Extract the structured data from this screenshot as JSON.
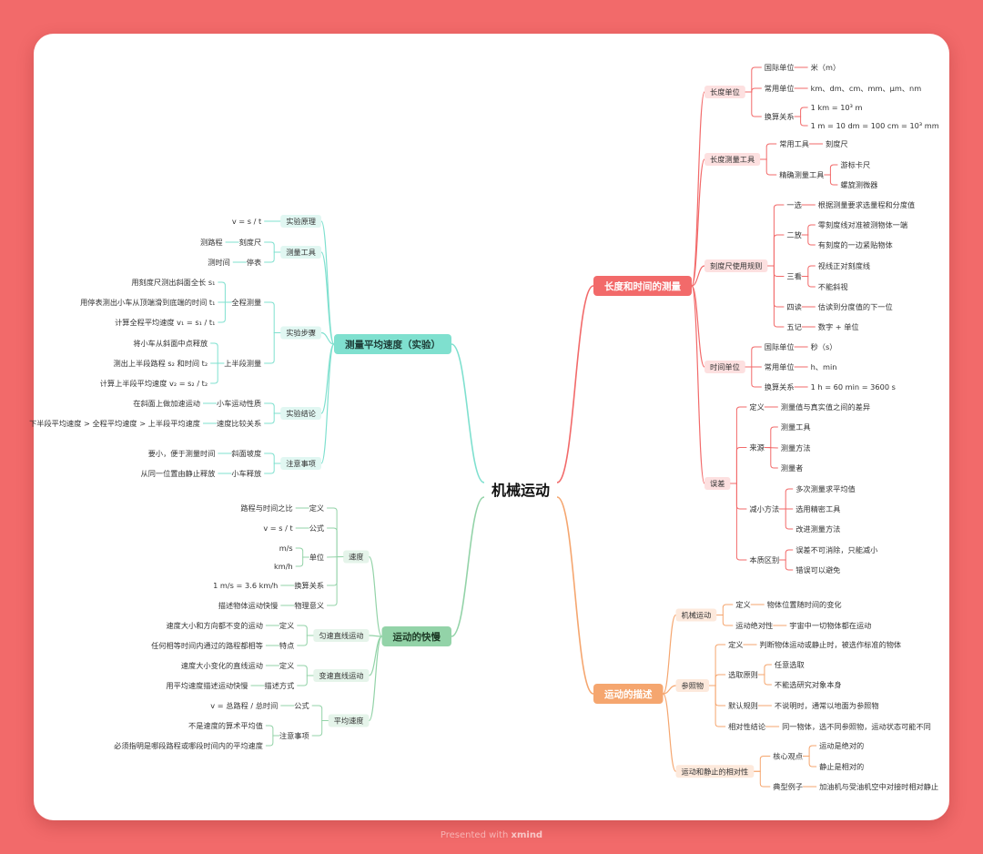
{
  "footer": {
    "prefix": "Presented with",
    "brand": "xmind"
  },
  "root": "机械运动",
  "colors": {
    "background": "#f26a6a",
    "length_time": "#f26a6a",
    "motion_desc": "#f5a66f",
    "experiment": "#7fe0cf",
    "speed": "#93d3a8"
  },
  "branches": {
    "length_time": {
      "label": "长度和时间的测量",
      "children": [
        {
          "label": "长度单位",
          "children": [
            {
              "label": "国际单位",
              "children": [
                {
                  "label": "米（m）"
                }
              ]
            },
            {
              "label": "常用单位",
              "children": [
                {
                  "label": "km、dm、cm、mm、μm、nm"
                }
              ]
            },
            {
              "label": "换算关系",
              "children": [
                {
                  "label": "1 km = 10³ m"
                },
                {
                  "label": "1 m = 10 dm = 100 cm = 10³ mm"
                }
              ]
            }
          ]
        },
        {
          "label": "长度测量工具",
          "children": [
            {
              "label": "常用工具",
              "children": [
                {
                  "label": "刻度尺"
                }
              ]
            },
            {
              "label": "精确测量工具",
              "children": [
                {
                  "label": "游标卡尺"
                },
                {
                  "label": "螺旋测微器"
                }
              ]
            }
          ]
        },
        {
          "label": "刻度尺使用规则",
          "children": [
            {
              "label": "一选",
              "children": [
                {
                  "label": "根据测量要求选量程和分度值"
                }
              ]
            },
            {
              "label": "二放",
              "children": [
                {
                  "label": "零刻度线对准被测物体一端"
                },
                {
                  "label": "有刻度的一边紧贴物体"
                }
              ]
            },
            {
              "label": "三看",
              "children": [
                {
                  "label": "视线正对刻度线"
                },
                {
                  "label": "不能斜视"
                }
              ]
            },
            {
              "label": "四读",
              "children": [
                {
                  "label": "估读到分度值的下一位"
                }
              ]
            },
            {
              "label": "五记",
              "children": [
                {
                  "label": "数字 + 单位"
                }
              ]
            }
          ]
        },
        {
          "label": "时间单位",
          "children": [
            {
              "label": "国际单位",
              "children": [
                {
                  "label": "秒（s）"
                }
              ]
            },
            {
              "label": "常用单位",
              "children": [
                {
                  "label": "h、min"
                }
              ]
            },
            {
              "label": "换算关系",
              "children": [
                {
                  "label": "1 h = 60 min = 3600 s"
                }
              ]
            }
          ]
        },
        {
          "label": "误差",
          "children": [
            {
              "label": "定义",
              "children": [
                {
                  "label": "测量值与真实值之间的差异"
                }
              ]
            },
            {
              "label": "来源",
              "children": [
                {
                  "label": "测量工具"
                },
                {
                  "label": "测量方法"
                },
                {
                  "label": "测量者"
                }
              ]
            },
            {
              "label": "减小方法",
              "children": [
                {
                  "label": "多次测量求平均值"
                },
                {
                  "label": "选用精密工具"
                },
                {
                  "label": "改进测量方法"
                }
              ]
            },
            {
              "label": "本质区别",
              "children": [
                {
                  "label": "误差不可消除，只能减小"
                },
                {
                  "label": "错误可以避免"
                }
              ]
            }
          ]
        }
      ]
    },
    "motion_desc": {
      "label": "运动的描述",
      "children": [
        {
          "label": "机械运动",
          "children": [
            {
              "label": "定义",
              "children": [
                {
                  "label": "物体位置随时间的变化"
                }
              ]
            },
            {
              "label": "运动绝对性",
              "children": [
                {
                  "label": "宇宙中一切物体都在运动"
                }
              ]
            }
          ]
        },
        {
          "label": "参照物",
          "children": [
            {
              "label": "定义",
              "children": [
                {
                  "label": "判断物体运动或静止时，被选作标准的物体"
                }
              ]
            },
            {
              "label": "选取原则",
              "children": [
                {
                  "label": "任意选取"
                },
                {
                  "label": "不能选研究对象本身"
                }
              ]
            },
            {
              "label": "默认规则",
              "children": [
                {
                  "label": "不说明时，通常以地面为参照物"
                }
              ]
            },
            {
              "label": "相对性结论",
              "children": [
                {
                  "label": "同一物体，选不同参照物，运动状态可能不同"
                }
              ]
            }
          ]
        },
        {
          "label": "运动和静止的相对性",
          "children": [
            {
              "label": "核心观点",
              "children": [
                {
                  "label": "运动是绝对的"
                },
                {
                  "label": "静止是相对的"
                }
              ]
            },
            {
              "label": "典型例子",
              "children": [
                {
                  "label": "加油机与受油机空中对接时相对静止"
                }
              ]
            }
          ]
        }
      ]
    },
    "experiment": {
      "label": "测量平均速度（实验）",
      "children": [
        {
          "label": "实验原理",
          "children": [
            {
              "label": "v = s / t"
            }
          ]
        },
        {
          "label": "测量工具",
          "children": [
            {
              "label": "刻度尺",
              "children": [
                {
                  "label": "测路程"
                }
              ]
            },
            {
              "label": "停表",
              "children": [
                {
                  "label": "测时间"
                }
              ]
            }
          ]
        },
        {
          "label": "实验步骤",
          "children": [
            {
              "label": "全程测量",
              "children": [
                {
                  "label": "用刻度尺测出斜面全长 s₁"
                },
                {
                  "label": "用停表测出小车从顶端滑到底端的时间 t₁"
                },
                {
                  "label": "计算全程平均速度 v₁ = s₁ / t₁"
                }
              ]
            },
            {
              "label": "上半段测量",
              "children": [
                {
                  "label": "将小车从斜面中点释放"
                },
                {
                  "label": "测出上半段路程 s₂ 和时间 t₂"
                },
                {
                  "label": "计算上半段平均速度 v₂ = s₂ / t₂"
                }
              ]
            }
          ]
        },
        {
          "label": "实验结论",
          "children": [
            {
              "label": "小车运动性质",
              "children": [
                {
                  "label": "在斜面上做加速运动"
                }
              ]
            },
            {
              "label": "速度比较关系",
              "children": [
                {
                  "label": "下半段平均速度 > 全程平均速度 > 上半段平均速度"
                }
              ]
            }
          ]
        },
        {
          "label": "注意事项",
          "children": [
            {
              "label": "斜面坡度",
              "children": [
                {
                  "label": "要小，便于测量时间"
                }
              ]
            },
            {
              "label": "小车释放",
              "children": [
                {
                  "label": "从同一位置由静止释放"
                }
              ]
            }
          ]
        }
      ]
    },
    "speed": {
      "label": "运动的快慢",
      "children": [
        {
          "label": "速度",
          "children": [
            {
              "label": "定义",
              "children": [
                {
                  "label": "路程与时间之比"
                }
              ]
            },
            {
              "label": "公式",
              "children": [
                {
                  "label": "v = s / t"
                }
              ]
            },
            {
              "label": "单位",
              "children": [
                {
                  "label": "m/s"
                },
                {
                  "label": "km/h"
                }
              ]
            },
            {
              "label": "换算关系",
              "children": [
                {
                  "label": "1 m/s = 3.6 km/h"
                }
              ]
            },
            {
              "label": "物理意义",
              "children": [
                {
                  "label": "描述物体运动快慢"
                }
              ]
            }
          ]
        },
        {
          "label": "匀速直线运动",
          "children": [
            {
              "label": "定义",
              "children": [
                {
                  "label": "速度大小和方向都不变的运动"
                }
              ]
            },
            {
              "label": "特点",
              "children": [
                {
                  "label": "任何相等时间内通过的路程都相等"
                }
              ]
            }
          ]
        },
        {
          "label": "变速直线运动",
          "children": [
            {
              "label": "定义",
              "children": [
                {
                  "label": "速度大小变化的直线运动"
                }
              ]
            },
            {
              "label": "描述方式",
              "children": [
                {
                  "label": "用平均速度描述运动快慢"
                }
              ]
            }
          ]
        },
        {
          "label": "平均速度",
          "children": [
            {
              "label": "公式",
              "children": [
                {
                  "label": "v = 总路程 / 总时间"
                }
              ]
            },
            {
              "label": "注意事项",
              "children": [
                {
                  "label": "不是速度的算术平均值"
                },
                {
                  "label": "必须指明是哪段路程或哪段时间内的平均速度"
                }
              ]
            }
          ]
        }
      ]
    }
  }
}
